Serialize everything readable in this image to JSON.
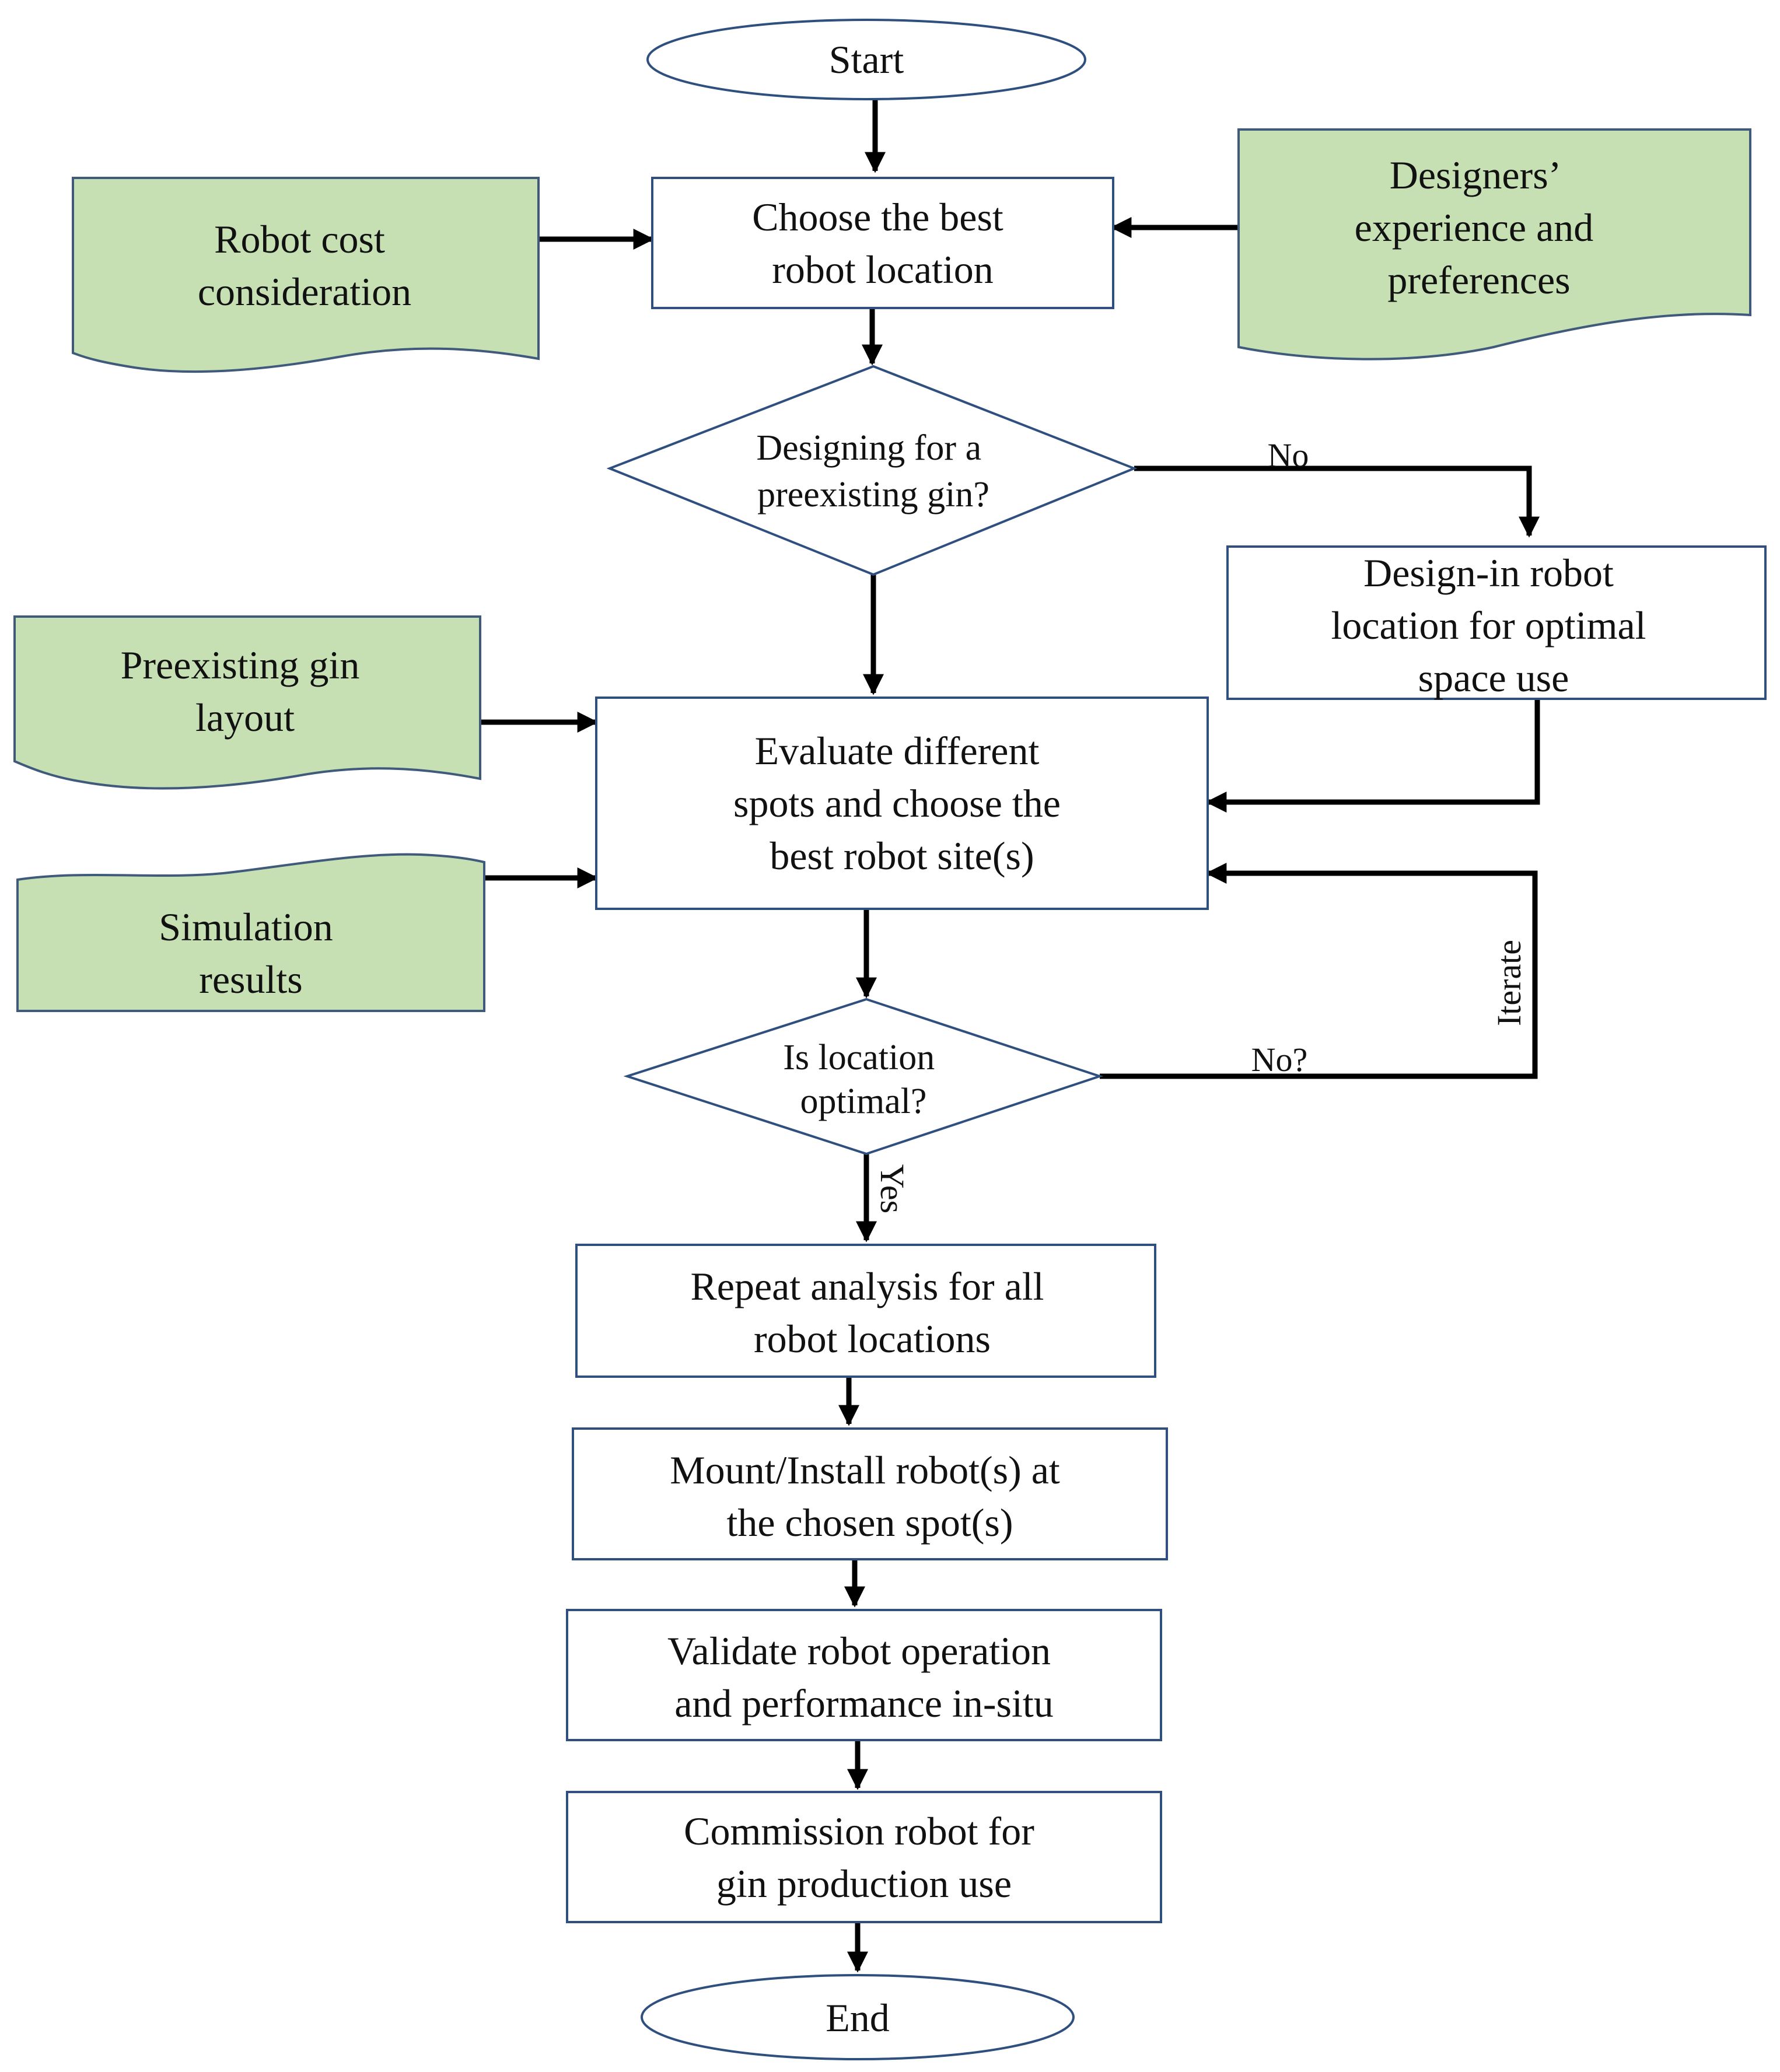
{
  "colors": {
    "process_border": "#2f4f7f",
    "process_fill": "#ffffff",
    "input_fill": "#c6e0b4",
    "input_border": "#3f5a7a",
    "line": "#000000",
    "text": "#111111"
  },
  "nodes": {
    "start": "Start",
    "choose_best_location": [
      "Choose the best",
      "robot location"
    ],
    "robot_cost": [
      "Robot cost",
      "consideration"
    ],
    "designers_experience": [
      "Designers’",
      "experience and",
      "preferences"
    ],
    "decision_preexisting": [
      "Designing for a",
      "preexisting gin?"
    ],
    "design_in_location": [
      "Design-in robot",
      "location for optimal",
      "space use"
    ],
    "preexisting_layout": [
      "Preexisting gin",
      "layout"
    ],
    "evaluate_spots": [
      "Evaluate different",
      "spots and choose the",
      "best robot site(s)"
    ],
    "simulation_results": [
      "Simulation",
      "results"
    ],
    "decision_optimal": [
      "Is location",
      "optimal?"
    ],
    "repeat_analysis": [
      "Repeat analysis for all",
      "robot locations"
    ],
    "mount_install": [
      "Mount/Install robot(s) at",
      "the chosen spot(s)"
    ],
    "validate_operation": [
      "Validate robot operation",
      "and performance in-situ"
    ],
    "commission": [
      "Commission robot for",
      "gin production use"
    ],
    "end": "End"
  },
  "edge_labels": {
    "no": "No",
    "no_question": "No?",
    "iterate": "Iterate",
    "yes": "Yes"
  }
}
